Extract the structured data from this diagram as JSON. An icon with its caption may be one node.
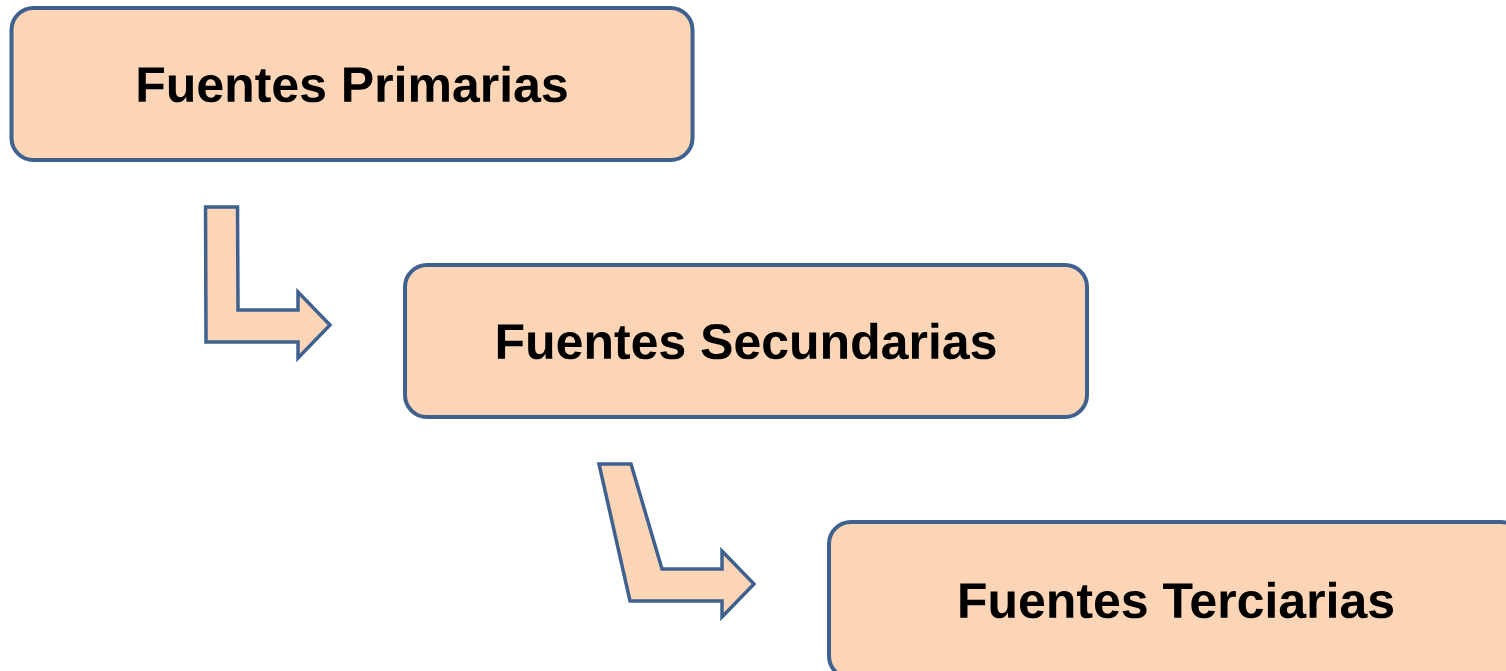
{
  "diagram": {
    "nodes": [
      {
        "text": [
          "Fuentes Primarias"
        ]
      },
      {
        "text": [
          "Fuentes Secundarias"
        ]
      },
      {
        "text": [
          "Fuentes Terciarias"
        ]
      }
    ],
    "edges": [
      {
        "from": 0,
        "to": 1,
        "arrow": "to"
      },
      {
        "from": 1,
        "to": 2,
        "arrow": "to"
      }
    ]
  }
}
